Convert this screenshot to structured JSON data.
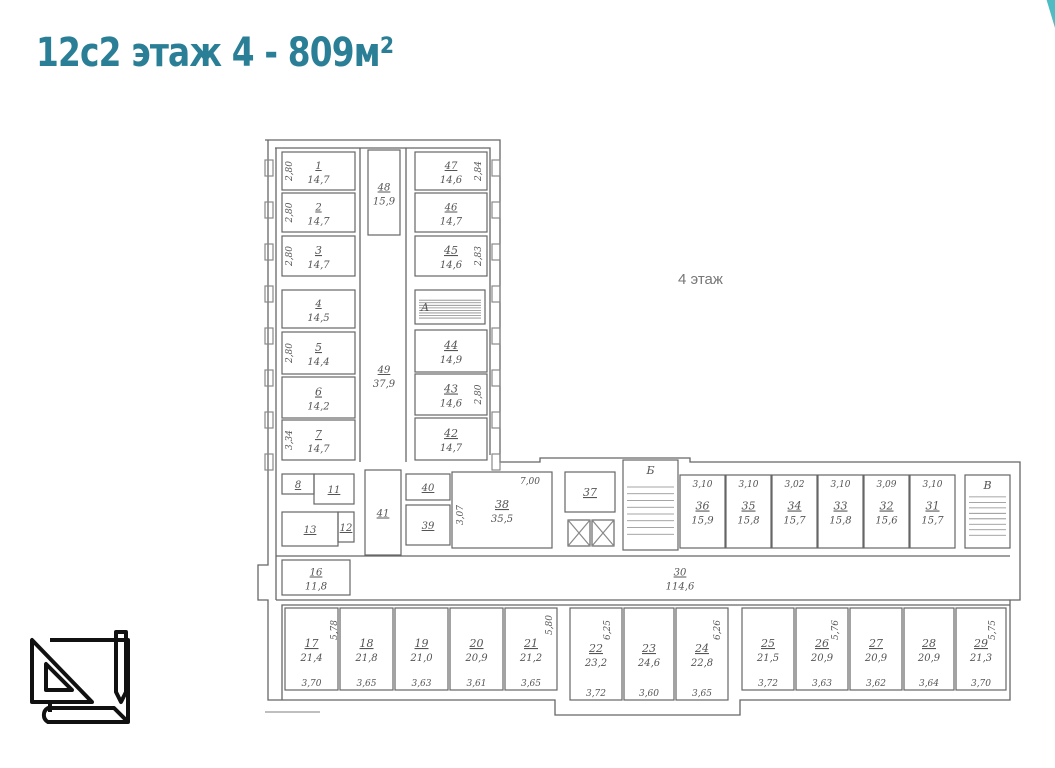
{
  "title": "12с2 этаж 4 - 809м²",
  "plan": {
    "floor_label": "4 этаж",
    "rooms": [
      {
        "num": "1",
        "area": "14,7",
        "dim": "2,80"
      },
      {
        "num": "2",
        "area": "14,7",
        "dim": "2,80"
      },
      {
        "num": "3",
        "area": "14,7",
        "dim": "2,80"
      },
      {
        "num": "4",
        "area": "14,5",
        "dim": ""
      },
      {
        "num": "5",
        "area": "14,4",
        "dim": "2,80"
      },
      {
        "num": "6",
        "area": "14,2",
        "dim": ""
      },
      {
        "num": "7",
        "area": "14,7",
        "dim": "3,34"
      },
      {
        "num": "47",
        "area": "14,6",
        "dim": "2,84"
      },
      {
        "num": "46",
        "area": "14,7",
        "dim": ""
      },
      {
        "num": "45",
        "area": "14,6",
        "dim": "2,83"
      },
      {
        "num": "44",
        "area": "14,9",
        "dim": ""
      },
      {
        "num": "43",
        "area": "14,6",
        "dim": "2,80"
      },
      {
        "num": "42",
        "area": "14,7",
        "dim": ""
      },
      {
        "num": "48",
        "area": "15,9",
        "dim": ""
      },
      {
        "num": "49",
        "area": "37,9",
        "dim": ""
      },
      {
        "num": "8",
        "area": "",
        "dim": ""
      },
      {
        "num": "11",
        "area": "",
        "dim": ""
      },
      {
        "num": "12",
        "area": "",
        "dim": ""
      },
      {
        "num": "13",
        "area": "",
        "dim": ""
      },
      {
        "num": "41",
        "area": "",
        "dim": ""
      },
      {
        "num": "40",
        "area": "",
        "dim": ""
      },
      {
        "num": "39",
        "area": "",
        "dim": ""
      },
      {
        "num": "38",
        "area": "35,5",
        "dim": "7,00"
      },
      {
        "num": "37",
        "area": "",
        "dim": ""
      },
      {
        "num": "16",
        "area": "11,8",
        "dim": ""
      },
      {
        "num": "30",
        "area": "114,6",
        "dim": ""
      },
      {
        "num": "36",
        "area": "15,9",
        "dim": "3,10"
      },
      {
        "num": "35",
        "area": "15,8",
        "dim": "3,10"
      },
      {
        "num": "34",
        "area": "15,7",
        "dim": "3,02"
      },
      {
        "num": "33",
        "area": "15,8",
        "dim": "3,10"
      },
      {
        "num": "32",
        "area": "15,6",
        "dim": "3,09"
      },
      {
        "num": "31",
        "area": "15,7",
        "dim": "3,10"
      },
      {
        "num": "17",
        "area": "21,4",
        "dim": "3,70"
      },
      {
        "num": "18",
        "area": "21,8",
        "dim": "3,65"
      },
      {
        "num": "19",
        "area": "21,0",
        "dim": "3,63"
      },
      {
        "num": "20",
        "area": "20,9",
        "dim": "3,61"
      },
      {
        "num": "21",
        "area": "21,2",
        "dim": "3,65"
      },
      {
        "num": "22",
        "area": "23,2",
        "dim": "3,72"
      },
      {
        "num": "23",
        "area": "24,6",
        "dim": "3,60"
      },
      {
        "num": "24",
        "area": "22,8",
        "dim": "3,65"
      },
      {
        "num": "25",
        "area": "21,5",
        "dim": "3,72"
      },
      {
        "num": "26",
        "area": "20,9",
        "dim": "3,63"
      },
      {
        "num": "27",
        "area": "20,9",
        "dim": "3,62"
      },
      {
        "num": "28",
        "area": "20,9",
        "dim": "3,64"
      },
      {
        "num": "29",
        "area": "21,3",
        "dim": "3,70"
      }
    ],
    "side_dims": [
      "3,07",
      "5,78",
      "5,80",
      "6,25",
      "6,26",
      "5,76",
      "5,75"
    ],
    "stairs": [
      "А",
      "Б",
      "В"
    ]
  },
  "colors": {
    "title": "#2a7f96",
    "accent": "#4fbcc4",
    "lines": "#666666"
  }
}
